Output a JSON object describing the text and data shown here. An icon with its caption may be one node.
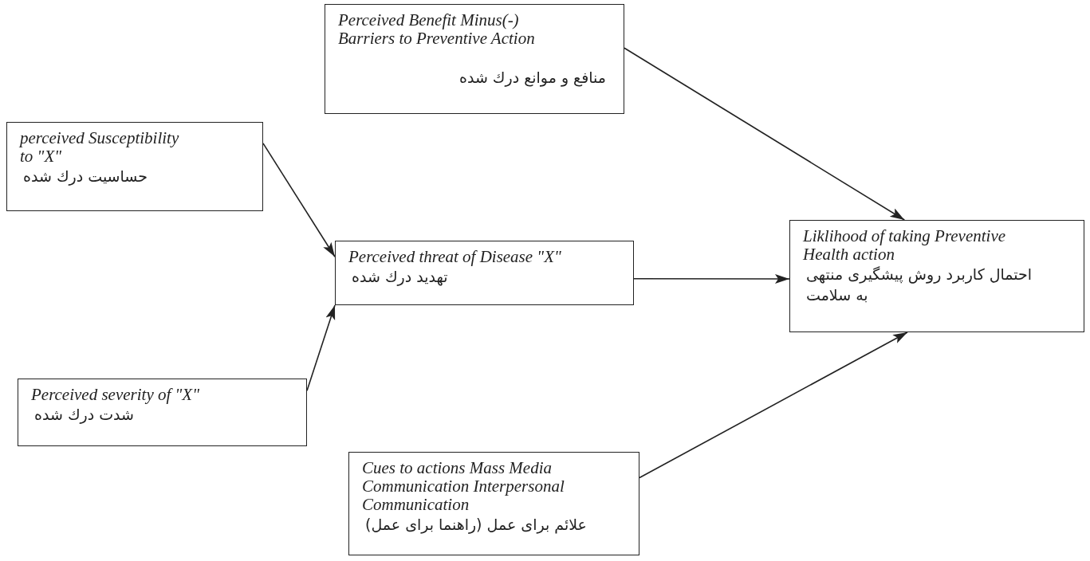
{
  "diagram": {
    "nodes": [
      {
        "text": [
          "Perceived Benefit Minus(-) Barriers to Preventive Action",
          "منافع و موانع درك شده"
        ]
      },
      {
        "text": [
          "perceived Susceptibility to \"X\"",
          "حساسیت درك شده"
        ]
      },
      {
        "text": [
          "Perceived threat of Disease \"X\"",
          "تهدید درك شده"
        ]
      },
      {
        "text": [
          "Liklihood of taking Preventive Health action",
          "احتمال کاربرد روش پیشگیری منتهی به سلامت"
        ]
      },
      {
        "text": [
          "Perceived severity of \"X\"",
          "شدت درك شده"
        ]
      },
      {
        "text": [
          "Cues to actions Mass Media Communication Interpersonal Communication",
          "علائم برای عمل (راهنما برای عمل)"
        ]
      }
    ],
    "edges": [
      {
        "from": 0,
        "to": 3,
        "arrow": "to"
      },
      {
        "from": 1,
        "to": 2,
        "arrow": "to"
      },
      {
        "from": 4,
        "to": 2,
        "arrow": "to"
      },
      {
        "from": 2,
        "to": 3,
        "arrow": "to"
      },
      {
        "from": 5,
        "to": 3,
        "arrow": "to"
      }
    ]
  }
}
